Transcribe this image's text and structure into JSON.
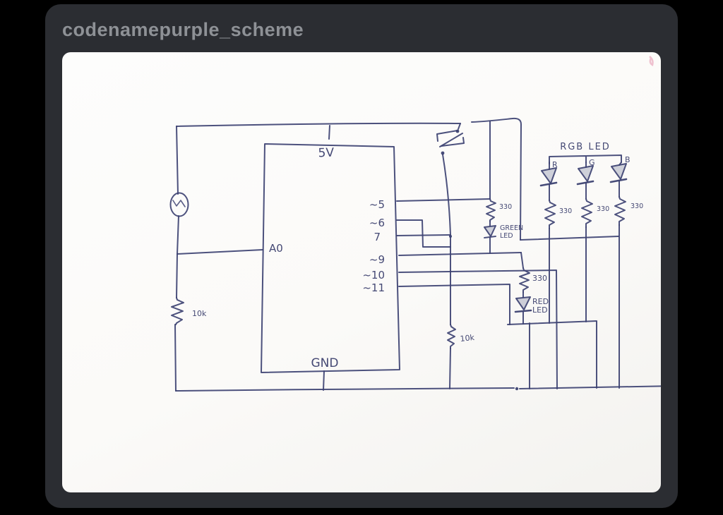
{
  "window": {
    "title": "codenamepurple_scheme"
  },
  "colors": {
    "background": "#000000",
    "card": "#2b2d32",
    "title_text": "#8e9196",
    "paper": "#fbfaf8",
    "ink": "#3d4272",
    "pink_mark": "#e8a2b8"
  },
  "schematic": {
    "controller": {
      "top_pin": "5V",
      "bottom_pin": "GND",
      "left_pin": "A0",
      "right_pins": [
        "~5",
        "~6",
        "7",
        "~9",
        "~10",
        "~11"
      ]
    },
    "rgb_led": {
      "title": "RGB LED",
      "channels": [
        "R",
        "G",
        "B"
      ],
      "resistor_values": [
        "330",
        "330",
        "330"
      ]
    },
    "green_led": {
      "line1": "GREEN",
      "line2": "LED",
      "resistor": "330"
    },
    "red_led": {
      "line1": "RED",
      "line2": "LED",
      "resistor": "330"
    },
    "resistor_ldr": "10k",
    "resistor_button": "10k"
  }
}
